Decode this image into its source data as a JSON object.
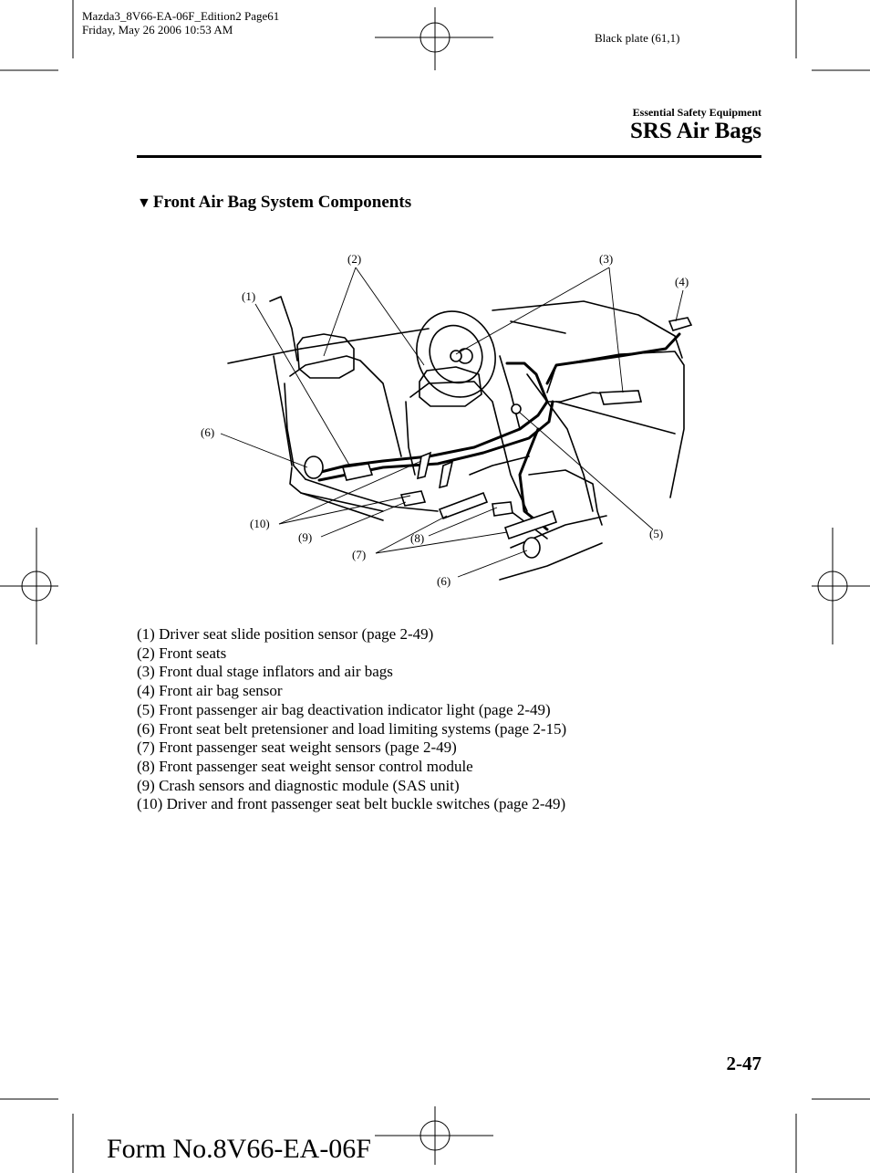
{
  "print_info": {
    "line1": "Mazda3_8V66-EA-06F_Edition2 Page61",
    "line2": "Friday, May 26 2006 10:53 AM"
  },
  "plate": "Black plate (61,1)",
  "header": {
    "section": "Essential Safety Equipment",
    "title": "SRS Air Bags"
  },
  "heading": {
    "marker": "▼",
    "text": "Front Air Bag System Components"
  },
  "diagram": {
    "callouts": [
      "(1)",
      "(2)",
      "(3)",
      "(4)",
      "(5)",
      "(6)",
      "(6)",
      "(7)",
      "(8)",
      "(9)",
      "(10)"
    ]
  },
  "legend": [
    "(1) Driver seat slide position sensor (page 2-49)",
    "(2) Front seats",
    "(3) Front dual stage inflators and air bags",
    "(4) Front air bag sensor",
    "(5) Front passenger air bag deactivation indicator light (page 2-49)",
    "(6) Front seat belt pretensioner and load limiting systems (page 2-15)",
    "(7) Front passenger seat weight sensors (page 2-49)",
    "(8) Front passenger seat weight sensor control module",
    "(9) Crash sensors and diagnostic module (SAS unit)",
    "(10) Driver and front passenger seat belt buckle switches (page 2-49)"
  ],
  "page_number": "2-47",
  "form_number": "Form No.8V66-EA-06F"
}
